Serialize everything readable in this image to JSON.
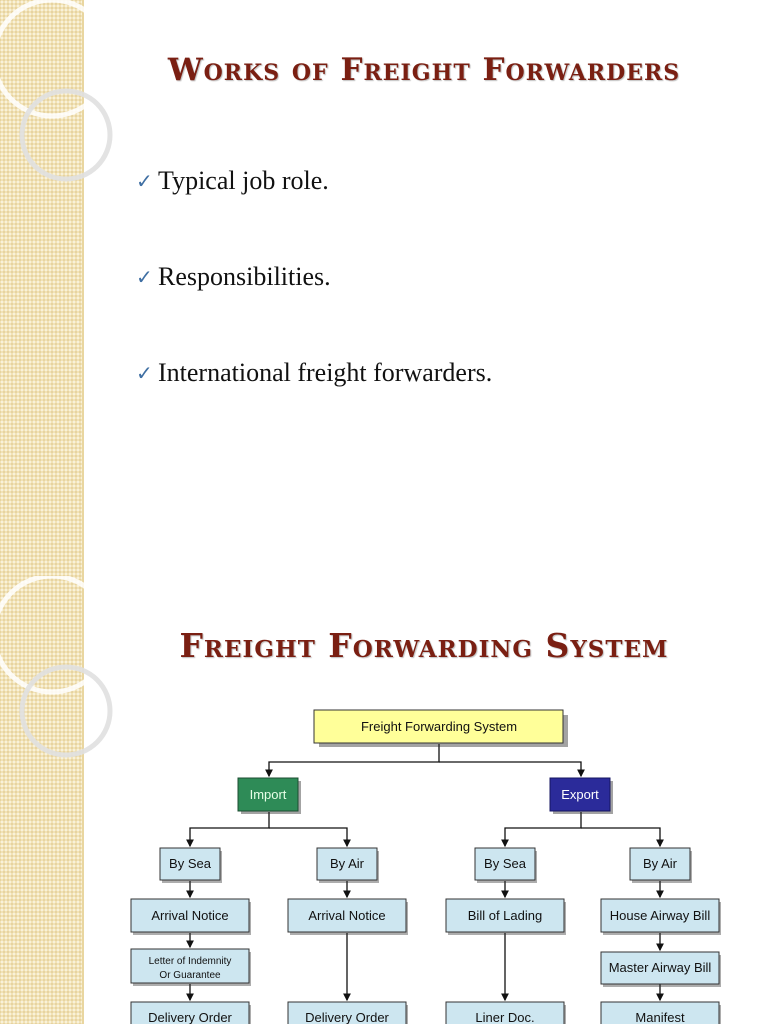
{
  "slide1": {
    "title": "Works of Freight Forwarders",
    "bullets": [
      {
        "text": "Typical job role."
      },
      {
        "text": "Responsibilities."
      },
      {
        "text": "International freight forwarders."
      }
    ]
  },
  "slide2": {
    "title": "Freight Forwarding System",
    "flowchart": {
      "root": "Freight Forwarding System",
      "import": "Import",
      "export": "Export",
      "import_sea": "By Sea",
      "import_air": "By Air",
      "export_sea": "By Sea",
      "export_air": "By Air",
      "arrival_notice_sea": "Arrival Notice",
      "arrival_notice_air": "Arrival Notice",
      "bill_of_lading": "Bill of Lading",
      "house_airway_bill": "House Airway Bill",
      "letter_line1": "Letter of Indemnity",
      "letter_line2": "Or Guarantee",
      "master_airway_bill": "Master Airway Bill",
      "delivery_order_sea": "Delivery Order",
      "delivery_order_air": "Delivery Order",
      "liner_doc": "Liner Doc.",
      "manifest": "Manifest"
    },
    "colors": {
      "root_fill": "#ffff99",
      "import_fill": "#2e8b57",
      "export_fill": "#2b2b9a",
      "node_fill": "#cde6f0",
      "title_color": "#7a1f12"
    }
  }
}
